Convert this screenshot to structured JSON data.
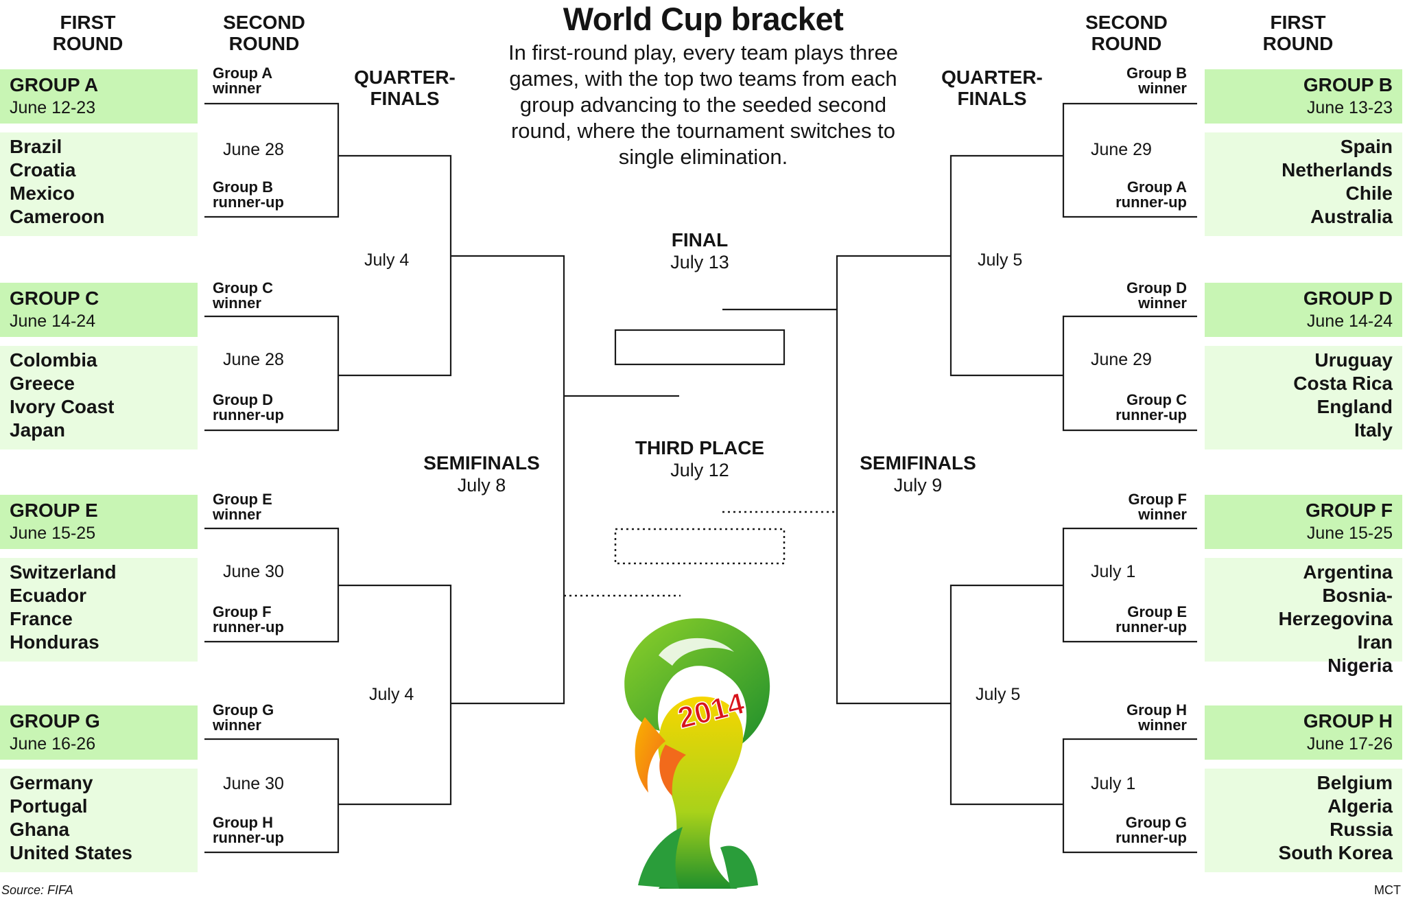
{
  "title": "World Cup bracket",
  "intro": "In first-round play, every team plays three games, with the top two teams from each group advancing to the seeded second round, where the tournament switches to single elimination.",
  "headers": {
    "first_round": [
      "FIRST",
      "ROUND"
    ],
    "second_round": [
      "SECOND",
      "ROUND"
    ],
    "quarterfinals": [
      "QUARTER-",
      "FINALS"
    ]
  },
  "left_groups": [
    {
      "name": "GROUP A",
      "dates": "June 12-23",
      "teams": [
        "Brazil",
        "Croatia",
        "Mexico",
        "Cameroon"
      ]
    },
    {
      "name": "GROUP C",
      "dates": "June 14-24",
      "teams": [
        "Colombia",
        "Greece",
        "Ivory Coast",
        "Japan"
      ]
    },
    {
      "name": "GROUP E",
      "dates": "June 15-25",
      "teams": [
        "Switzerland",
        "Ecuador",
        "France",
        "Honduras"
      ]
    },
    {
      "name": "GROUP G",
      "dates": "June 16-26",
      "teams": [
        "Germany",
        "Portugal",
        "Ghana",
        "United States"
      ]
    }
  ],
  "right_groups": [
    {
      "name": "GROUP B",
      "dates": "June 13-23",
      "teams": [
        "Spain",
        "Netherlands",
        "Chile",
        "Australia"
      ]
    },
    {
      "name": "GROUP D",
      "dates": "June 14-24",
      "teams": [
        "Uruguay",
        "Costa Rica",
        "England",
        "Italy"
      ]
    },
    {
      "name": "GROUP F",
      "dates": "June 15-25",
      "teams": [
        "Argentina",
        "Bosnia-Herzegovina",
        "Iran",
        "Nigeria"
      ]
    },
    {
      "name": "GROUP H",
      "dates": "June 17-26",
      "teams": [
        "Belgium",
        "Algeria",
        "Russia",
        "South Korea"
      ]
    }
  ],
  "left_r16": [
    {
      "top": [
        "Group A",
        "winner"
      ],
      "date": "June 28",
      "bottom": [
        "Group B",
        "runner-up"
      ]
    },
    {
      "top": [
        "Group C",
        "winner"
      ],
      "date": "June 28",
      "bottom": [
        "Group D",
        "runner-up"
      ]
    },
    {
      "top": [
        "Group E",
        "winner"
      ],
      "date": "June 30",
      "bottom": [
        "Group F",
        "runner-up"
      ]
    },
    {
      "top": [
        "Group G",
        "winner"
      ],
      "date": "June 30",
      "bottom": [
        "Group H",
        "runner-up"
      ]
    }
  ],
  "right_r16": [
    {
      "top": [
        "Group B",
        "winner"
      ],
      "date": "June 29",
      "bottom": [
        "Group A",
        "runner-up"
      ]
    },
    {
      "top": [
        "Group D",
        "winner"
      ],
      "date": "June 29",
      "bottom": [
        "Group C",
        "runner-up"
      ]
    },
    {
      "top": [
        "Group F",
        "winner"
      ],
      "date": "July 1",
      "bottom": [
        "Group E",
        "runner-up"
      ]
    },
    {
      "top": [
        "Group H",
        "winner"
      ],
      "date": "July 1",
      "bottom": [
        "Group G",
        "runner-up"
      ]
    }
  ],
  "quarterfinal_dates": {
    "left": [
      "July 4",
      "July 4"
    ],
    "right": [
      "July 5",
      "July 5"
    ]
  },
  "semifinals": {
    "label": "SEMIFINALS",
    "left_date": "July 8",
    "right_date": "July 9"
  },
  "final": {
    "label": "FINAL",
    "date": "July 13"
  },
  "third_place": {
    "label": "THIRD PLACE",
    "date": "July 12"
  },
  "logo": {
    "name": "2014 FIFA World Cup trophy logo",
    "text": "2014"
  },
  "source": "Source: FIFA",
  "credit": "MCT",
  "colors": {
    "group_header": "#c8f5b4",
    "team_box": "#e9fce0",
    "line": "#1a1a1a"
  }
}
